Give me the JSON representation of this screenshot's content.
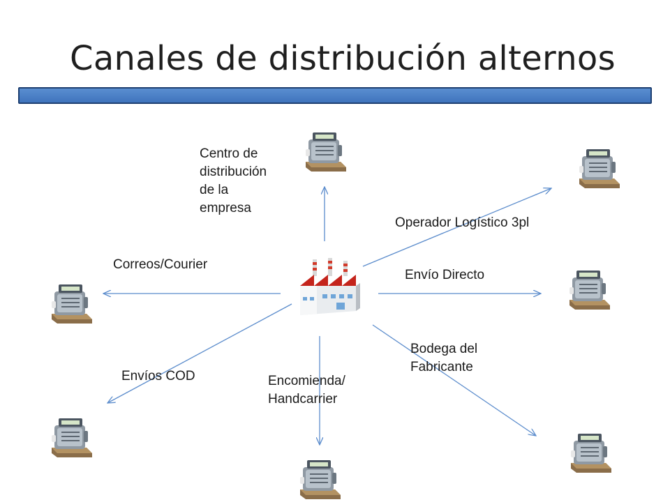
{
  "title": "Canales de distribución alternos",
  "center": {
    "icon": "factory-icon"
  },
  "channels": [
    {
      "id": "centro",
      "label": [
        "Centro de",
        "distribución",
        "de la",
        "empresa"
      ],
      "icon": "cash-register-icon"
    },
    {
      "id": "operador",
      "label": [
        "Operador Logístico 3pl"
      ],
      "icon": "cash-register-icon"
    },
    {
      "id": "directo",
      "label": [
        "Envío Directo"
      ],
      "icon": "cash-register-icon"
    },
    {
      "id": "bodega",
      "label": [
        "Bodega del",
        "Fabricante"
      ],
      "icon": "cash-register-icon"
    },
    {
      "id": "encomienda",
      "label": [
        "Encomienda/",
        "Handcarrier"
      ],
      "icon": "cash-register-icon"
    },
    {
      "id": "cod",
      "label": [
        "Envíos COD"
      ],
      "icon": "cash-register-icon"
    },
    {
      "id": "correos",
      "label": [
        "Correos/Courier"
      ],
      "icon": "cash-register-icon"
    }
  ],
  "colors": {
    "title_bar": "#4a7ec4",
    "arrow": "#5b8ccc"
  }
}
